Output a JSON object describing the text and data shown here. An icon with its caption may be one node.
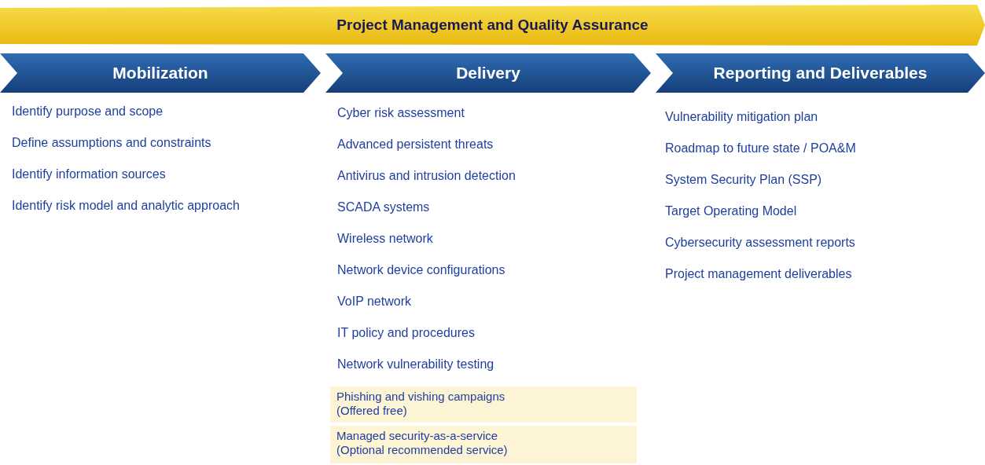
{
  "diagram": {
    "nodes": [
      {
        "text": [
          "Project Management and Quality Assurance"
        ]
      },
      {
        "text": [
          "Mobilization"
        ]
      },
      {
        "text": [
          "Delivery"
        ]
      },
      {
        "text": [
          "Reporting and Deliverables"
        ]
      },
      {
        "text": [
          "Phishing and vishing campaigns",
          "(Offered free)"
        ]
      },
      {
        "text": [
          "Managed security-as-a-service",
          "(Optional recommended service)"
        ]
      }
    ],
    "labels": [
      "Identify purpose and scope",
      "Define assumptions and constraints",
      "Identify information sources",
      "Identify risk model and analytic approach",
      "Cyber risk assessment",
      "Advanced persistent threats",
      "Antivirus and intrusion detection",
      "SCADA systems",
      "Wireless network",
      "Network device configurations",
      "VoIP network",
      "IT policy and procedures",
      "Network vulnerability testing",
      "Vulnerability mitigation plan",
      "Roadmap to future state / POA&M",
      "System Security Plan (SSP)",
      "Target Operating Model",
      "Cybersecurity assessment reports",
      "Project management deliverables"
    ]
  }
}
